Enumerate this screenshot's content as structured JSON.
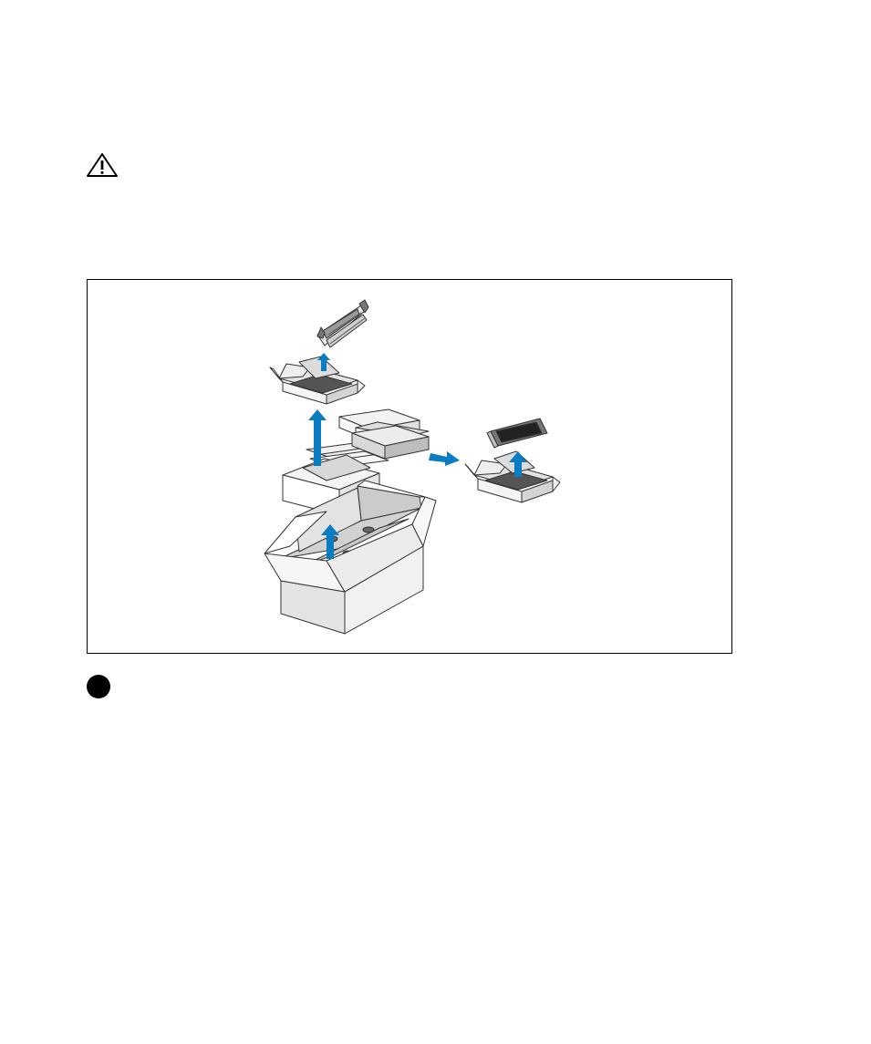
{
  "page": {
    "icons": {
      "warning": "warning-triangle-icon",
      "step": "step-bullet-icon"
    },
    "figure": {
      "description_items": [
        "shipping-box",
        "packing-tray",
        "accessory-box",
        "rail-kit",
        "bezel-front-panel"
      ],
      "colors": {
        "arrow": "#0a7cc1",
        "outline": "#333333",
        "shade_light": "#efefef",
        "shade_mid": "#d9d9d9",
        "shade_dark": "#b8b8b8"
      }
    }
  }
}
